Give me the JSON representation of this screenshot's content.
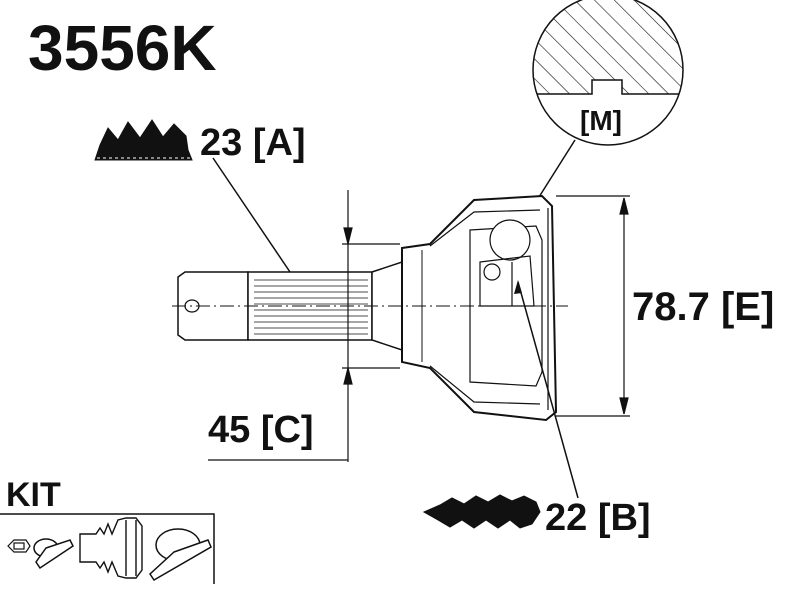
{
  "part_number": "3556K",
  "spline_a": "23 [A]",
  "spline_b": "22 [B]",
  "length_c": "45 [C]",
  "diameter_e": "78.7 [E]",
  "detail_m": "[M]",
  "kit_label": "KIT",
  "kit_items": [
    "nut-icon",
    "clamp-small-icon",
    "boot-icon",
    "clamp-large-icon"
  ],
  "colors": {
    "ink": "#111111",
    "background": "#ffffff"
  }
}
